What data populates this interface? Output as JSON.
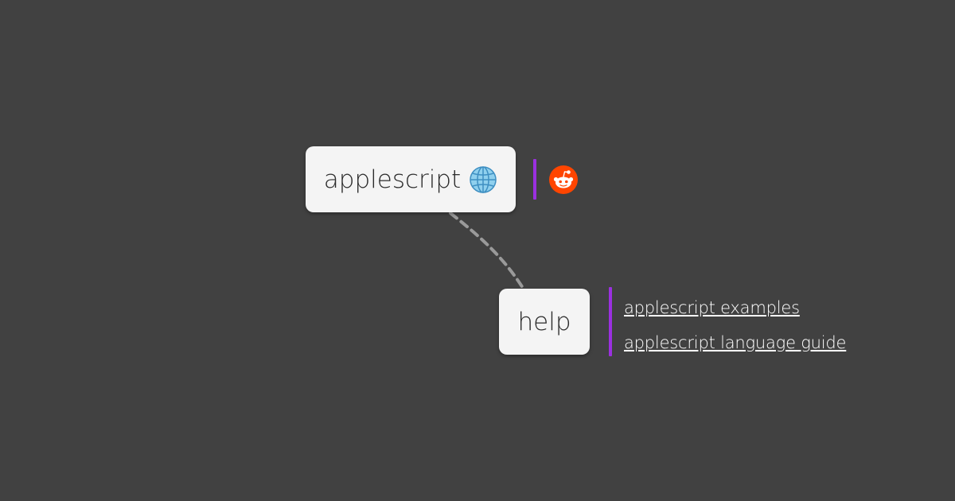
{
  "root": {
    "label": "applescript",
    "icon": "globe-icon",
    "link_icon": "reddit-icon"
  },
  "child": {
    "label": "help",
    "links": [
      "applescript examples",
      "applescript language guide"
    ]
  },
  "colors": {
    "background": "#414141",
    "node": "#f4f4f4",
    "accent_bar": "#9b30e0",
    "edge": "#9a9a9a",
    "reddit": "#ff4500"
  }
}
